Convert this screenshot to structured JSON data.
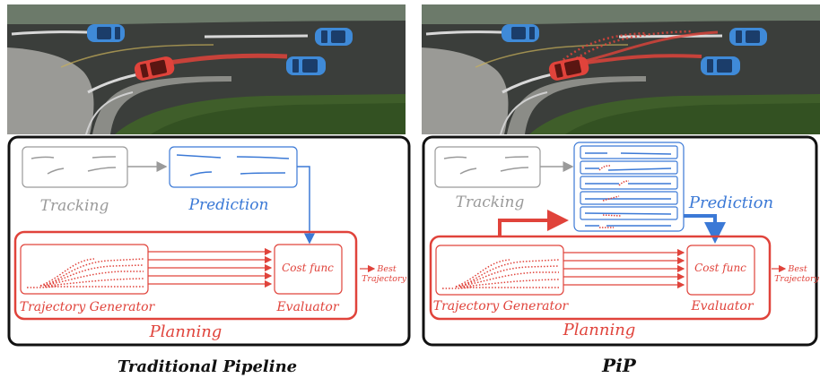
{
  "panels": [
    {
      "id": "traditional",
      "caption": "Traditional Pipeline",
      "tracking_label": "Tracking",
      "prediction_label": "Prediction",
      "cost_func_label": "Cost func",
      "traj_gen_label": "Trajectory Generator",
      "evaluator_label": "Evaluator",
      "planning_label": "Planning",
      "output_label_line1": "Best",
      "output_label_line2": "Trajectory"
    },
    {
      "id": "pip",
      "caption": "PiP",
      "tracking_label": "Tracking",
      "prediction_label": "Prediction",
      "cost_func_label": "Cost func",
      "traj_gen_label": "Trajectory Generator",
      "evaluator_label": "Evaluator",
      "planning_label": "Planning",
      "output_label_line1": "Best",
      "output_label_line2": "Trajectory"
    }
  ],
  "colors": {
    "gray": "#9a9a9a",
    "blue": "#3b79d6",
    "red": "#e0433b",
    "black": "#111111"
  }
}
